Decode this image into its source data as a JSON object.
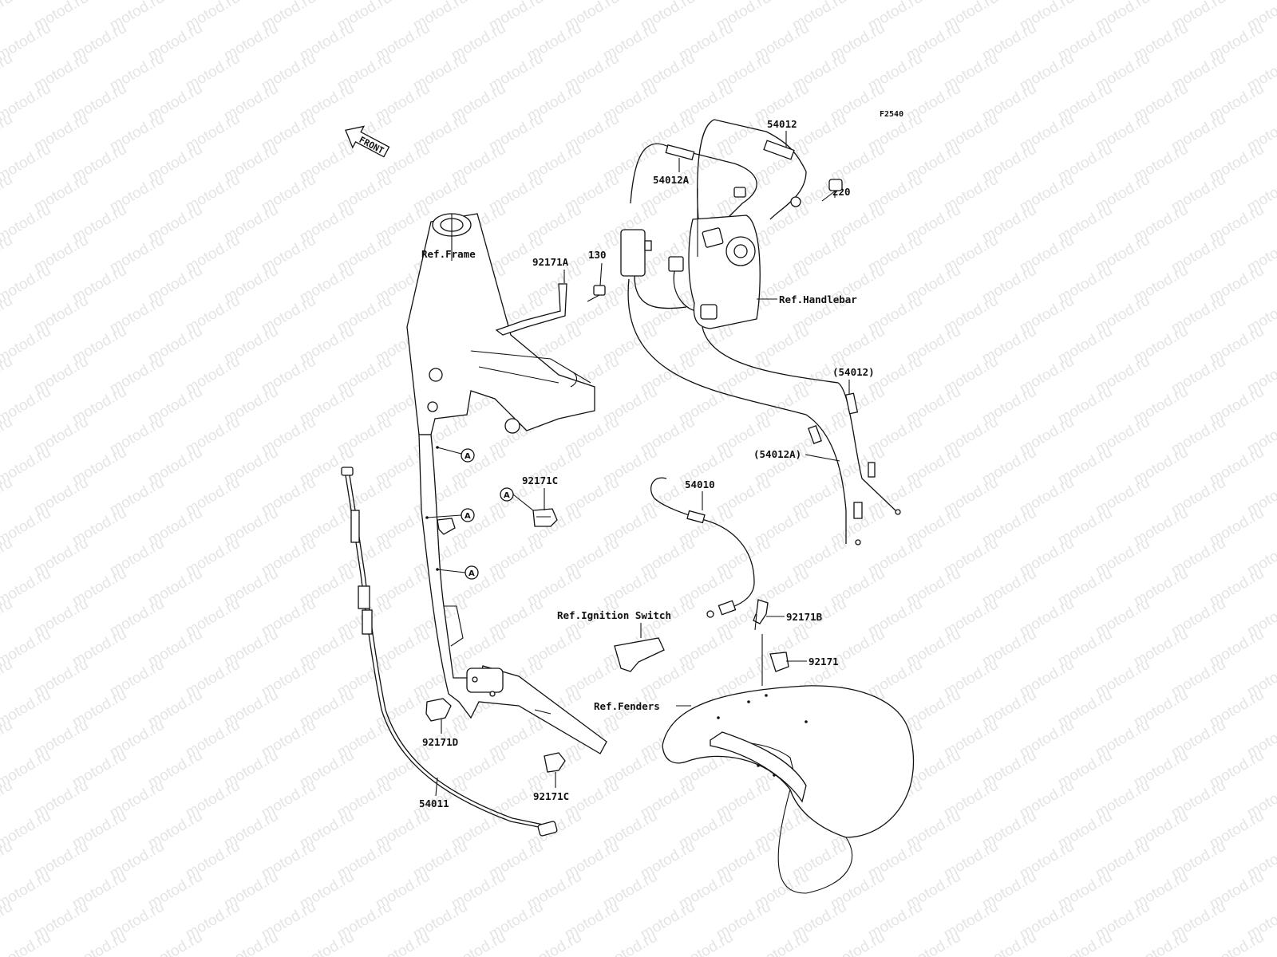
{
  "figure_code": "F2540",
  "front_label": "FRONT",
  "watermark_text": "motod.ru",
  "ref_marker": "A",
  "labels": {
    "p54012": "54012",
    "p54012a": "54012A",
    "p220": "220",
    "ref_frame": "Ref.Frame",
    "p92171a": "92171A",
    "p130": "130",
    "ref_handlebar": "Ref.Handlebar",
    "p54012_paren": "(54012)",
    "p54012a_paren": "(54012A)",
    "p54010": "54010",
    "p92171c_top": "92171C",
    "ref_ignition": "Ref.Ignition Switch",
    "p92171b": "92171B",
    "p92171": "92171",
    "ref_fenders": "Ref.Fenders",
    "p92171d": "92171D",
    "p92171c_bottom": "92171C",
    "p54011": "54011"
  }
}
